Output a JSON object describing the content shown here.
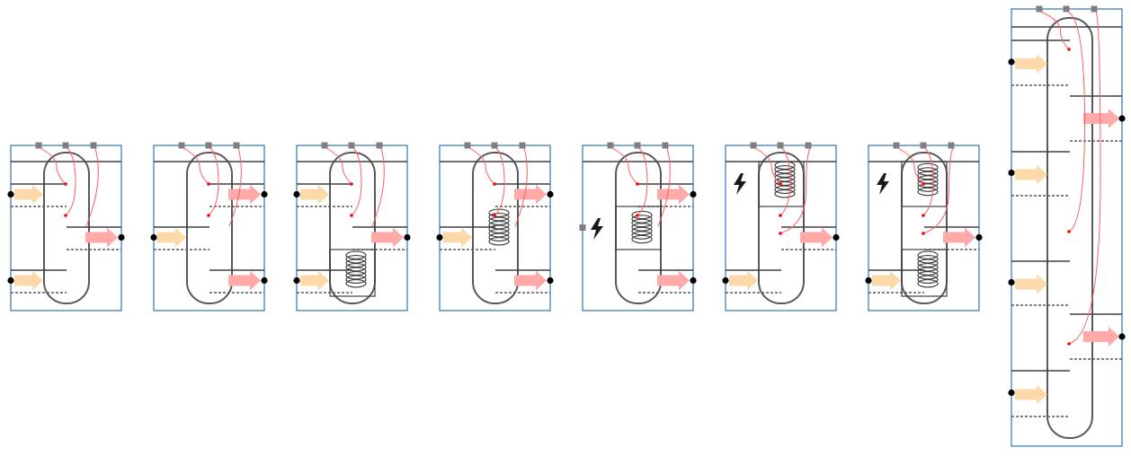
{
  "diagram": {
    "colors": {
      "frame": "#2e75b6",
      "tank": "#595959",
      "pipe": "#404040",
      "dashed": "#595959",
      "sensor_port": "#7f7f7f",
      "sensor_wire": "#ff5f5f",
      "sensor_dot": "#ff0000",
      "inlet_arrow": "#fbd9a8",
      "outlet_arrow": "#ffa9a9",
      "connector": "#000000",
      "heater_icon": "#1a1a1a"
    },
    "icons": {
      "inlet": "inlet-arrow",
      "outlet": "outlet-arrow",
      "electric": "lightning-bolt-icon",
      "coil": "coil-heat-exchanger",
      "sensor": "temperature-sensor-port"
    },
    "tanks": [
      {
        "id": "tank-1",
        "inlets": 2,
        "outlets": 1,
        "coils": 0,
        "electric_heater": false
      },
      {
        "id": "tank-2",
        "inlets": 1,
        "outlets": 2,
        "coils": 0,
        "electric_heater": false
      },
      {
        "id": "tank-3",
        "inlets": 2,
        "outlets": 1,
        "coils": 1,
        "electric_heater": false
      },
      {
        "id": "tank-4",
        "inlets": 1,
        "outlets": 2,
        "coils": 1,
        "electric_heater": false
      },
      {
        "id": "tank-5",
        "inlets": 0,
        "outlets": 2,
        "coils": 1,
        "electric_heater": true
      },
      {
        "id": "tank-6",
        "inlets": 1,
        "outlets": 1,
        "coils": 1,
        "electric_heater": true
      },
      {
        "id": "tank-7",
        "inlets": 1,
        "outlets": 1,
        "coils": 2,
        "electric_heater": true
      },
      {
        "id": "tank-8",
        "inlets": 4,
        "outlets": 2,
        "coils": 0,
        "electric_heater": false
      }
    ]
  }
}
